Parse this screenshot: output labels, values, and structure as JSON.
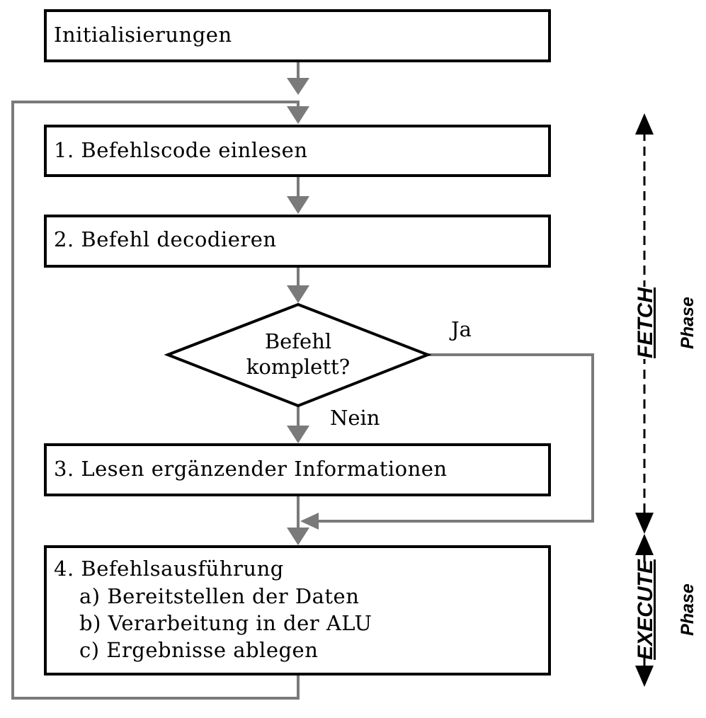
{
  "boxes": {
    "init": "Initialisierungen",
    "step1": "1. Befehlscode einlesen",
    "step2": "2. Befehl decodieren",
    "step3": "3. Lesen ergänzender Informationen",
    "step4": {
      "title": "4. Befehlsausführung",
      "sub_a": "a) Bereitstellen der Daten",
      "sub_b": "b) Verarbeitung in der ALU",
      "sub_c": "c) Ergebnisse ablegen"
    }
  },
  "decision": {
    "line1": "Befehl",
    "line2": "komplett?",
    "yes_label": "Ja",
    "no_label": "Nein"
  },
  "phases": {
    "fetch": {
      "name": "FETCH",
      "sub": "Phase"
    },
    "execute": {
      "name": "EXECUTE",
      "sub": "Phase"
    }
  },
  "colors": {
    "connector": "#7a7a7a",
    "box_border": "#000000",
    "phase_arrow": "#000000"
  }
}
